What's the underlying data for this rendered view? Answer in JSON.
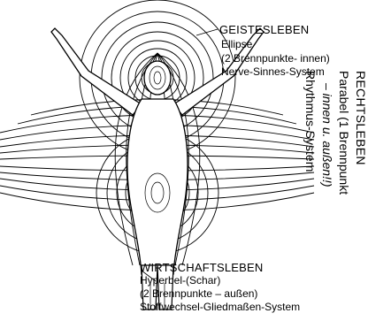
{
  "geistesleben": {
    "title": "GEISTESLEBEN",
    "line1": "Ellipse",
    "line2": "(2 Brennpunkte- innen)",
    "line3": "Nerve-Sinnes-System"
  },
  "rechtsleben": {
    "title": "RECHTSLEBEN",
    "line1": "Parabel (1 Brennpunkt",
    "line2": "– innen u. außen!!)",
    "line3": "Rhythmus-System"
  },
  "wirtschaftsleben": {
    "title": "WIRTSCHAFTSLEBEN",
    "line1": "Hyperbel-(Schar)",
    "line2": "(2 Brennpunkte – außen)",
    "line3": "Stoffwechsel-Gliedmaßen-System"
  }
}
